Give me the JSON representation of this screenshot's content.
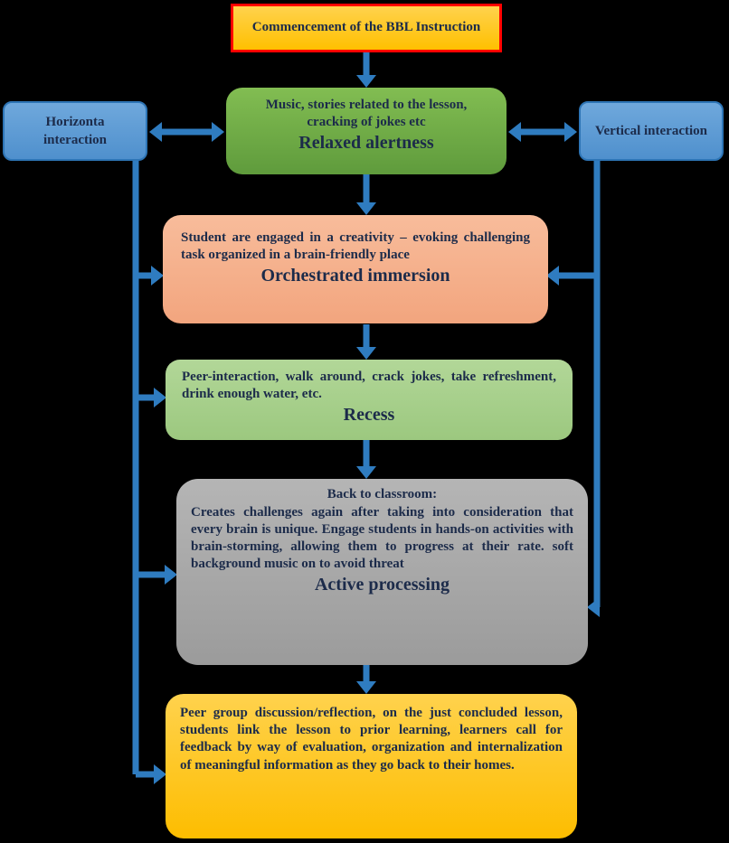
{
  "diagram_title": "BBL Instruction flow",
  "colors": {
    "background": "#000000",
    "arrow": "#2f7cc0",
    "start_fill": "#ffc000",
    "start_border": "#ff0000",
    "relaxed_fill": "#6faa45",
    "side_fill": "#5b9bd5",
    "side_border": "#2e75b6",
    "immersion_fill": "#f5b08d",
    "recess_fill": "#a9d18e",
    "active_fill": "#a6a6a6",
    "closure_fill": "#ffc000",
    "text": "#1c2b4a"
  },
  "nodes": {
    "start": {
      "title": "Commencement of the BBL Instruction"
    },
    "relaxed": {
      "body": "Music, stories related to the lesson, cracking of jokes etc",
      "title": "Relaxed alertness"
    },
    "horizontal": {
      "label": "Horizonta interaction"
    },
    "vertical": {
      "label": "Vertical interaction"
    },
    "immersion": {
      "body": "Student are engaged in a creativity – evoking challenging task organized in a brain-friendly place",
      "title": "Orchestrated immersion"
    },
    "recess": {
      "body": "Peer-interaction, walk around, crack jokes, take refreshment, drink enough water, etc.",
      "title": "Recess"
    },
    "active": {
      "heading": "Back to classroom:",
      "body": "Creates challenges again after taking into consideration that every brain is unique. Engage students in hands-on activities with brain-storming, allowing them to progress at their rate. soft background music on to avoid threat",
      "title": "Active processing"
    },
    "closure": {
      "body": "Peer group discussion/reflection, on the just concluded lesson, students link the lesson to prior learning, learners call for feedback by way of evaluation, organization and internalization of meaningful information as they go back to their homes."
    }
  }
}
